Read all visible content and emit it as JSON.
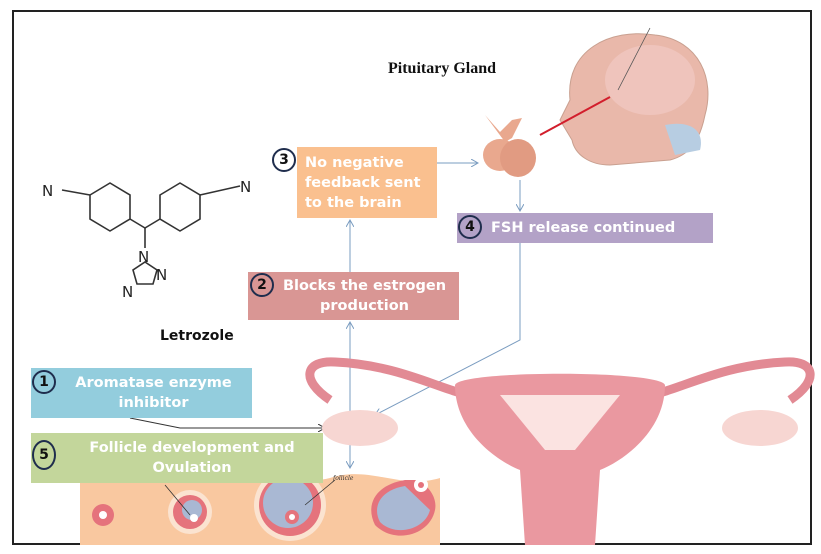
{
  "title": "Pituitary Gland",
  "drug": {
    "name": "Letrozole",
    "atoms": {
      "n_left": "N",
      "n_right": "N",
      "n1": "N",
      "n2": "N",
      "n3": "N"
    }
  },
  "steps": [
    {
      "number": "1",
      "label": "Aromatase enzyme inhibitor",
      "color": "#93cddd"
    },
    {
      "number": "2",
      "label": "Blocks the estrogen production",
      "color": "#d99694"
    },
    {
      "number": "3",
      "label": "No negative feedback sent to the brain",
      "color": "#fac08f"
    },
    {
      "number": "4",
      "label": "FSH release continued",
      "color": "#b3a2c7"
    },
    {
      "number": "5",
      "label": "Follicle development and Ovulation",
      "color": "#c3d69b"
    }
  ],
  "follicle_label": "follicle"
}
